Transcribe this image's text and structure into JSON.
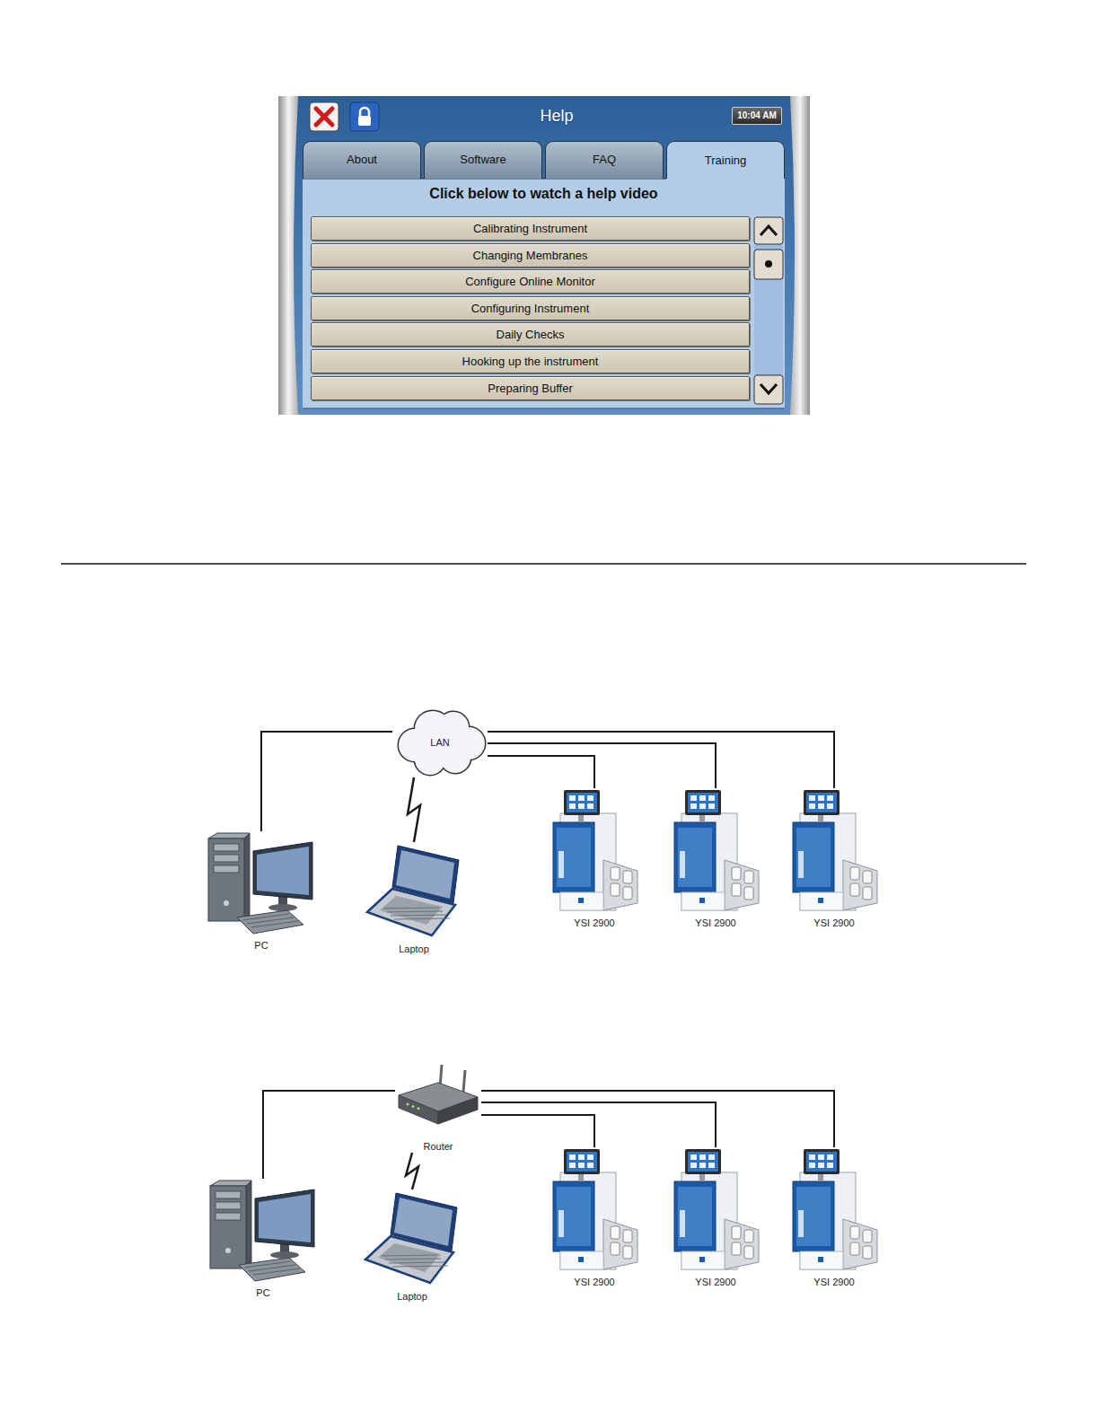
{
  "diagram": {
    "nodes": [
      {
        "text": [
          "Help"
        ]
      },
      {
        "text": [
          "10:04 AM"
        ],
        "in": 0
      },
      {
        "text": [
          "About"
        ],
        "in": 0
      },
      {
        "text": [
          "Software"
        ],
        "in": 0
      },
      {
        "text": [
          "FAQ"
        ],
        "in": 0
      },
      {
        "text": [
          "Training"
        ],
        "in": 0
      },
      {
        "text": [
          "Click below to watch a help video"
        ],
        "in": 0
      },
      {
        "text": [
          "Calibrating Instrument"
        ],
        "in": 6
      },
      {
        "text": [
          "Changing Membranes"
        ],
        "in": 6
      },
      {
        "text": [
          "Configure Online Monitor"
        ],
        "in": 6
      },
      {
        "text": [
          "Configuring Instrument"
        ],
        "in": 6
      },
      {
        "text": [
          "Daily Checks"
        ],
        "in": 6
      },
      {
        "text": [
          "Hooking up the instrument"
        ],
        "in": 6
      },
      {
        "text": [
          "Preparing Buffer"
        ],
        "in": 6
      },
      {
        "text": [
          "LAN"
        ]
      },
      {
        "text": [
          "PC"
        ]
      },
      {
        "text": [
          "Laptop"
        ]
      },
      {
        "text": [
          "YSI 2900"
        ]
      },
      {
        "text": [
          "YSI 2900"
        ]
      },
      {
        "text": [
          "YSI 2900"
        ]
      },
      {
        "text": [
          "Router"
        ]
      },
      {
        "text": [
          "PC"
        ]
      },
      {
        "text": [
          "Laptop"
        ]
      },
      {
        "text": [
          "YSI 2900"
        ]
      },
      {
        "text": [
          "YSI 2900"
        ]
      },
      {
        "text": [
          "YSI 2900"
        ]
      }
    ],
    "edges": [
      {
        "from": 14,
        "to": 15,
        "arrow": "none"
      },
      {
        "from": 14,
        "to": 16,
        "arrow": "none"
      },
      {
        "from": 14,
        "to": 17,
        "arrow": "none"
      },
      {
        "from": 14,
        "to": 18,
        "arrow": "none"
      },
      {
        "from": 14,
        "to": 19,
        "arrow": "none"
      },
      {
        "from": 20,
        "to": 21,
        "arrow": "none"
      },
      {
        "from": 20,
        "to": 22,
        "arrow": "none"
      },
      {
        "from": 20,
        "to": 23,
        "arrow": "none"
      },
      {
        "from": 20,
        "to": 24,
        "arrow": "none"
      },
      {
        "from": 20,
        "to": 25,
        "arrow": "none"
      }
    ]
  }
}
